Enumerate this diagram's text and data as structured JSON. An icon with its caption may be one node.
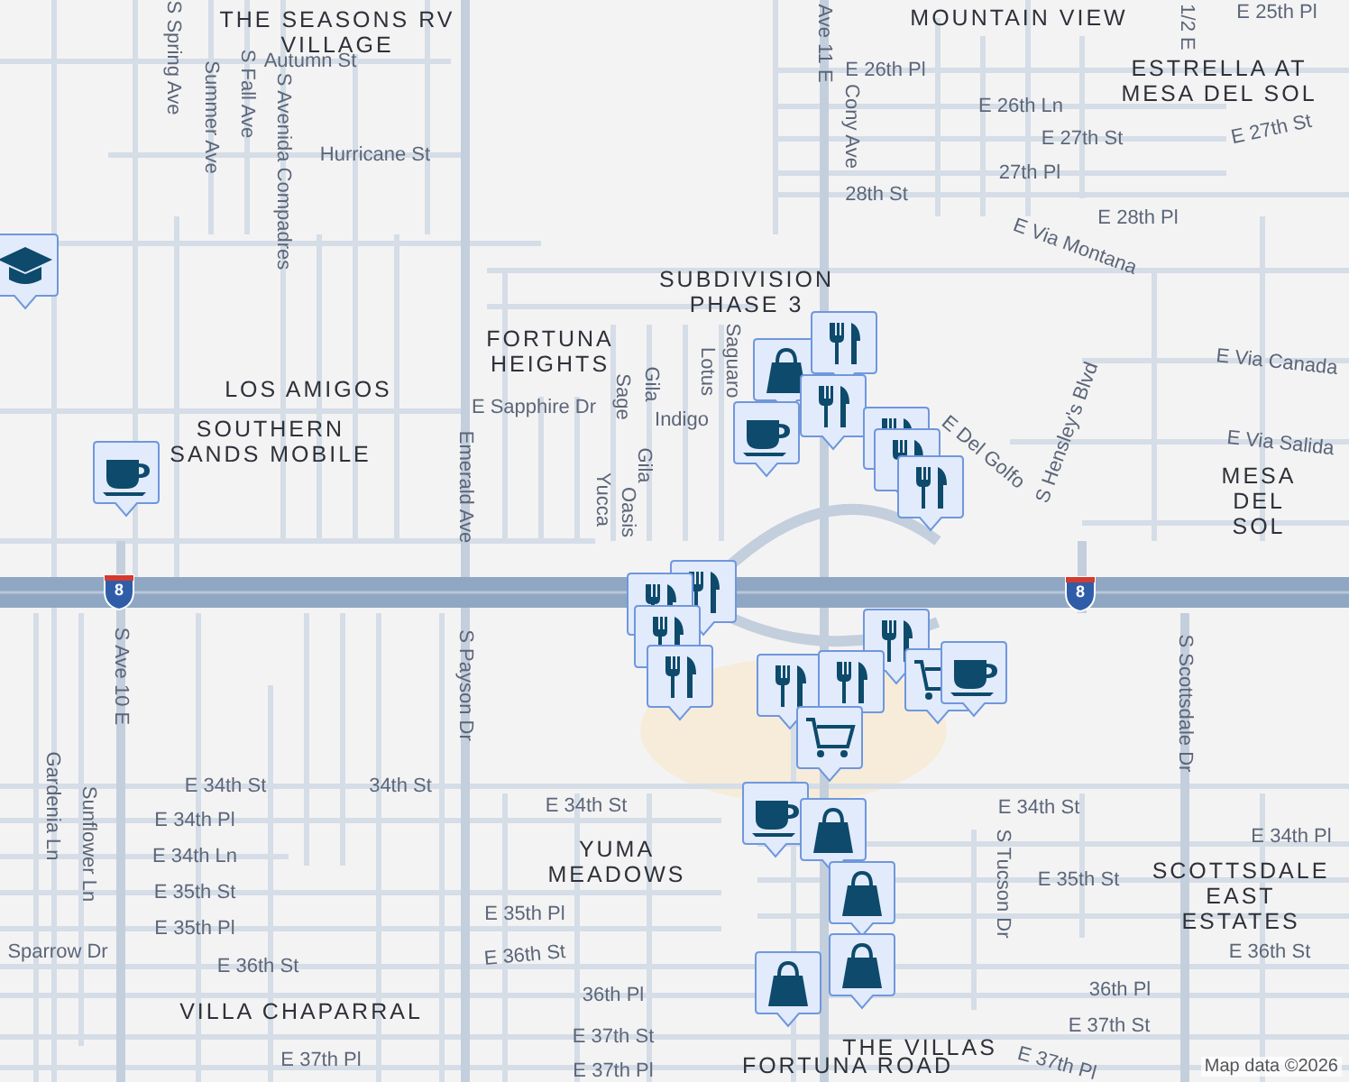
{
  "diagram": {
    "caption": "Map data ©2026",
    "labels": [
      "THE SEASONS RV VILLAGE",
      "S Spring Ave",
      "Autumn St",
      "Summer Ave",
      "S Fall Ave",
      "S Avenida Compadres",
      "Hurricane St",
      "MOUNTAIN VIEW",
      "Ave 11 E",
      "E 25th Pl",
      "1/2 E",
      "E 26th Pl",
      "ESTRELLA AT MESA DEL SOL",
      "Cony Ave",
      "E 26th Ln",
      "E 27th St",
      "E 27th St",
      "27th Pl",
      "28th St",
      "E 28th Pl",
      "E Via Montana",
      "SUBDIVISION PHASE 3",
      "FORTUNA HEIGHTS",
      "Sage",
      "Gila",
      "Lotus",
      "Saguaro",
      "E Via Canada",
      "LOS AMIGOS",
      "E Sapphire Dr",
      "Indigo",
      "SOUTHERN SANDS MOBILE",
      "E Via Salida",
      "E Del Golfo",
      "S Hensley's Blvd",
      "Gila",
      "Emerald Ave",
      "Yucca",
      "Oasis",
      "MESA DEL SOL",
      "8",
      "8",
      "S Ave 10 E",
      "S Payson Dr",
      "S Scottsdale Dr",
      "E 34th St",
      "34th St",
      "E 34th St",
      "E 34th St",
      "E 34th Pl",
      "E 34th Pl",
      "Gardenia Ln",
      "Sunflower Ln",
      "S Tucson Dr",
      "E 34th Ln",
      "YUMA MEADOWS",
      "E 35th St",
      "E 35th St",
      "SCOTTSDALE EAST ESTATES",
      "E 35th Pl",
      "E 35th Pl",
      "Sparrow Dr",
      "E 36th St",
      "E 36th St",
      "E 36th St",
      "36th Pl",
      "36th Pl",
      "VILLA CHAPARRAL",
      "E 37th St",
      "E 37th St",
      "THE VILLAS",
      "E 37th Pl",
      "E 37th Pl",
      "E 37th Pl",
      "FORTUNA ROAD"
    ]
  }
}
